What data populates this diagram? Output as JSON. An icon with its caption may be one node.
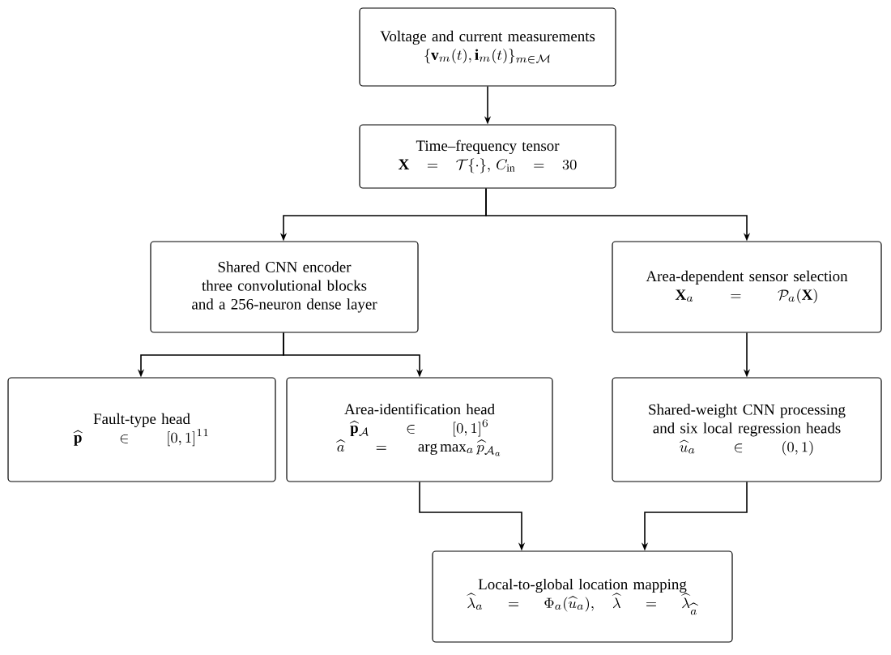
{
  "diagram": {
    "nodes": [
      {
        "text": [
          "Voltage and current measurements",
          "\\{\\mathbf{v}_m(t),\\mathbf{i}_m(t)\\}_{m\\in\\mathcal{M}}"
        ]
      },
      {
        "text": [
          "Time–frequency tensor",
          "\\mathbf{X} \\;=\\; \\mathcal{T}\\{\\cdot\\},\\, C_{\\mathrm{in}} \\;=\\; 30"
        ]
      },
      {
        "text": [
          "Shared CNN encoder",
          "three convolutional blocks and a 256-neuron dense layer"
        ]
      },
      {
        "text": [
          "Area-dependent sensor selection",
          "\\mathbf{X}_a \\;\\;=\\;\\; \\mathcal{P}_a(\\mathbf{X})"
        ]
      },
      {
        "text": [
          "Fault-type head",
          "\\widehat{\\mathbf{p}} \\;\\;\\in\\;\\; [0,1]^{11}"
        ]
      },
      {
        "text": [
          "Area-identification head",
          "\\widehat{\\mathbf{p}}_{\\mathcal{A}} \\;\\;\\in\\;\\; [0,1]^{6}",
          "\\widehat{a} \\;\\;=\\;\\; \\arg\\max_a \\widehat{p}_{\\mathcal{A}_a}"
        ]
      },
      {
        "text": [
          "Shared-weight CNN processing and six local regression heads",
          "\\widehat{u}_a \\;\\;\\in\\;\\; (0,1)"
        ]
      },
      {
        "text": [
          "Local-to-global location mapping",
          "\\widehat{\\lambda}_a \\;\\;=\\;\\; \\Phi_a(\\widehat{u}_a), \\quad \\widehat{\\lambda} \\;\\;=\\;\\; \\widehat{\\lambda}_{\\widehat{a}}"
        ]
      }
    ],
    "edges": [
      {
        "from": 0,
        "to": 1,
        "arrow": "to"
      },
      {
        "from": 1,
        "to": 2,
        "arrow": "to"
      },
      {
        "from": 1,
        "to": 3,
        "arrow": "to"
      },
      {
        "from": 2,
        "to": 4,
        "arrow": "to"
      },
      {
        "from": 2,
        "to": 5,
        "arrow": "to"
      },
      {
        "from": 3,
        "to": 6,
        "arrow": "to"
      },
      {
        "from": 5,
        "to": 7,
        "arrow": "to"
      },
      {
        "from": 6,
        "to": 7,
        "arrow": "to"
      }
    ]
  }
}
